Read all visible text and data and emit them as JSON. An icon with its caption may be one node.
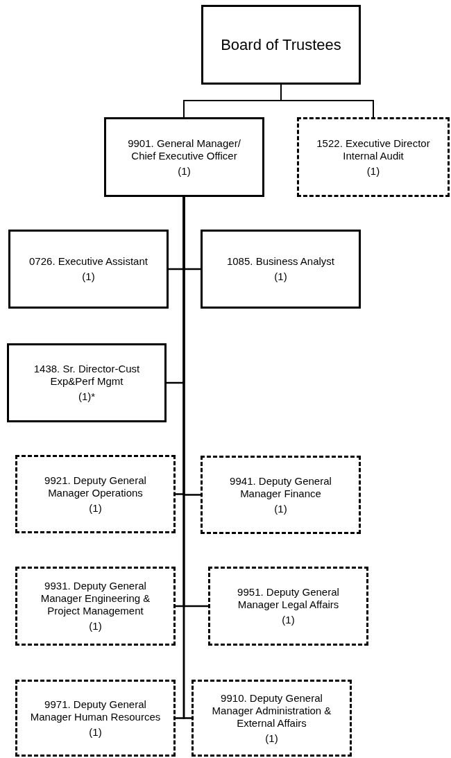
{
  "diagram": {
    "nodes": [
      {
        "text": [
          "Board of Trustees"
        ]
      },
      {
        "text": [
          "9901. General Manager/ Chief Executive Officer",
          "(1)"
        ]
      },
      {
        "text": [
          "1522. Executive Director Internal Audit",
          "(1)"
        ]
      },
      {
        "text": [
          "0726. Executive Assistant",
          "(1)"
        ]
      },
      {
        "text": [
          "1085. Business Analyst",
          "(1)"
        ]
      },
      {
        "text": [
          "1438. Sr. Director-Cust Exp&Perf Mgmt",
          "(1)*"
        ]
      },
      {
        "text": [
          "9921. Deputy General Manager Operations",
          "(1)"
        ]
      },
      {
        "text": [
          "9941. Deputy General Manager Finance",
          "(1)"
        ]
      },
      {
        "text": [
          "9931. Deputy General Manager Engineering & Project Management",
          "(1)"
        ]
      },
      {
        "text": [
          "9951. Deputy General Manager Legal Affairs",
          "(1)"
        ]
      },
      {
        "text": [
          "9971. Deputy General Manager Human Resources",
          "(1)"
        ]
      },
      {
        "text": [
          "9910. Deputy General Manager Administration & External Affairs",
          "(1)"
        ]
      }
    ],
    "edges": [
      {
        "from": 0,
        "to": 1,
        "arrow": "none"
      },
      {
        "from": 0,
        "to": 2,
        "arrow": "none"
      },
      {
        "from": 1,
        "to": 3,
        "arrow": "none"
      },
      {
        "from": 1,
        "to": 4,
        "arrow": "none"
      },
      {
        "from": 1,
        "to": 5,
        "arrow": "none"
      },
      {
        "from": 1,
        "to": 6,
        "arrow": "none"
      },
      {
        "from": 1,
        "to": 7,
        "arrow": "none"
      },
      {
        "from": 1,
        "to": 8,
        "arrow": "none"
      },
      {
        "from": 1,
        "to": 9,
        "arrow": "none"
      },
      {
        "from": 1,
        "to": 10,
        "arrow": "none"
      },
      {
        "from": 1,
        "to": 11,
        "arrow": "none"
      }
    ]
  }
}
